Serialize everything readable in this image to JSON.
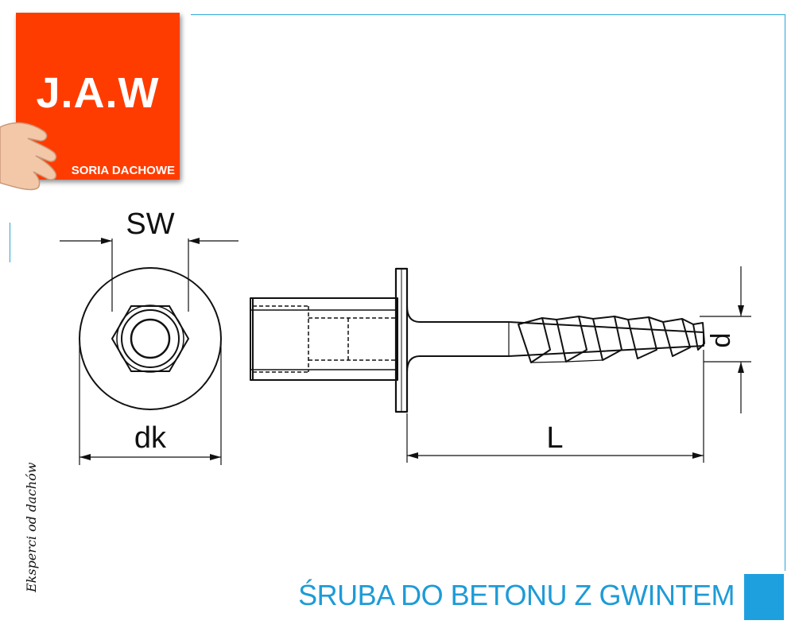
{
  "brand": {
    "logo_text": "J.A.W",
    "logo_tagline": "SORIA DACHOWE",
    "logo_color": "#ff3c00",
    "accent_color": "#1e9bd7"
  },
  "signature": "Eksperci od dachów",
  "diagram": {
    "labels": {
      "sw": "SW",
      "dk": "dk",
      "length": "L",
      "diameter": "d"
    }
  },
  "product_title": "ŚRUBA DO BETONU Z GWINTEM"
}
